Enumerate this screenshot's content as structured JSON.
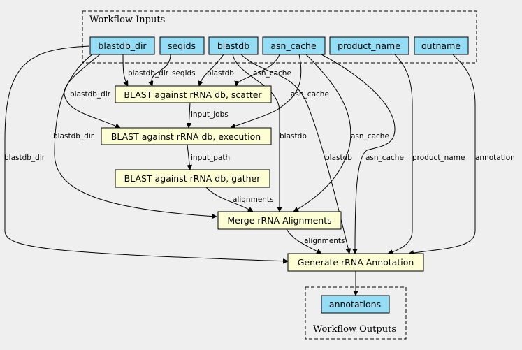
{
  "clusters": {
    "inputs_label": "Workflow Inputs",
    "outputs_label": "Workflow Outputs"
  },
  "nodes": {
    "blastdb_dir": "blastdb_dir",
    "seqids": "seqids",
    "blastdb": "blastdb",
    "asn_cache": "asn_cache",
    "product_name": "product_name",
    "outname": "outname",
    "scatter": "BLAST against rRNA db, scatter",
    "execution": "BLAST against rRNA db, execution",
    "gather": "BLAST against rRNA db, gather",
    "merge": "Merge rRNA Alignments",
    "generate": "Generate rRNA Annotation",
    "annotations": "annotations"
  },
  "edges": [
    {
      "from": "blastdb_dir",
      "to": "scatter",
      "label": "blastdb_dir"
    },
    {
      "from": "seqids",
      "to": "scatter",
      "label": "seqids"
    },
    {
      "from": "blastdb",
      "to": "scatter",
      "label": "blastdb"
    },
    {
      "from": "asn_cache",
      "to": "scatter",
      "label": "asn_cache"
    },
    {
      "from": "blastdb_dir",
      "to": "execution",
      "label": "blastdb_dir"
    },
    {
      "from": "asn_cache",
      "to": "execution",
      "label": "asn_cache"
    },
    {
      "from": "scatter",
      "to": "execution",
      "label": "input_jobs"
    },
    {
      "from": "execution",
      "to": "gather",
      "label": "input_path"
    },
    {
      "from": "blastdb_dir",
      "to": "merge",
      "label": "blastdb_dir"
    },
    {
      "from": "blastdb",
      "to": "merge",
      "label": "blastdb"
    },
    {
      "from": "asn_cache",
      "to": "merge",
      "label": "asn_cache"
    },
    {
      "from": "gather",
      "to": "merge",
      "label": "alignments"
    },
    {
      "from": "blastdb_dir",
      "to": "generate",
      "label": "blastdb_dir"
    },
    {
      "from": "blastdb",
      "to": "generate",
      "label": "blastdb"
    },
    {
      "from": "asn_cache",
      "to": "generate",
      "label": "asn_cache"
    },
    {
      "from": "product_name",
      "to": "generate",
      "label": "product_name"
    },
    {
      "from": "outname",
      "to": "generate",
      "label": "annotation"
    },
    {
      "from": "merge",
      "to": "generate",
      "label": "alignments"
    },
    {
      "from": "generate",
      "to": "annotations",
      "label": ""
    }
  ],
  "colors": {
    "background": "#efefef",
    "input_fill": "#94ddf4",
    "step_fill": "#fefed4"
  }
}
